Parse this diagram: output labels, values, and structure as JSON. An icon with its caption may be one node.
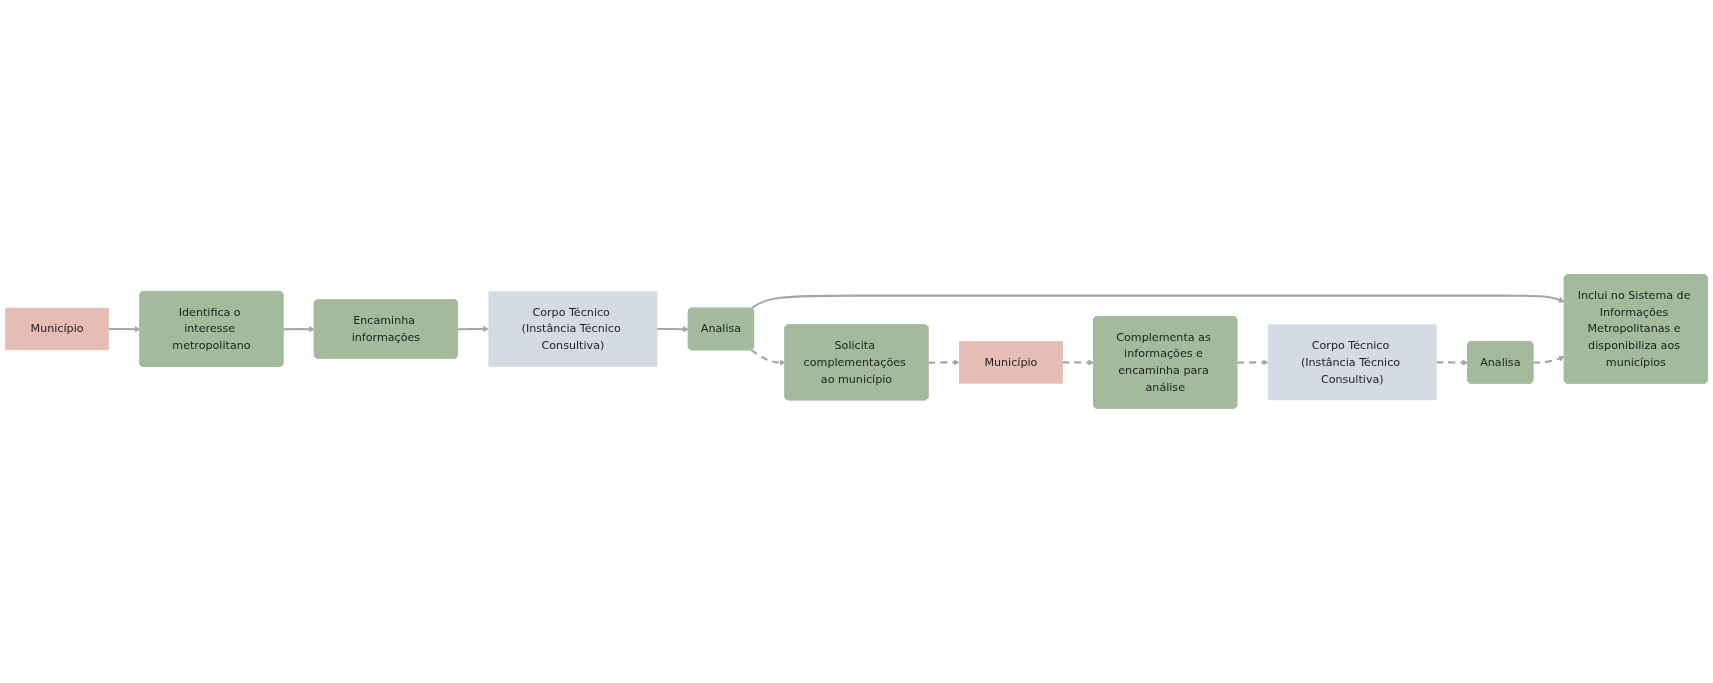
{
  "diagram": {
    "nodes": [
      {
        "text": [
          "Município"
        ]
      },
      {
        "text": [
          "Identifica o interesse metropolitano"
        ]
      },
      {
        "text": [
          "Encaminha informações"
        ]
      },
      {
        "text": [
          "Corpo Técnico (Instância Técnico Consultiva)"
        ]
      },
      {
        "text": [
          "Analisa"
        ]
      },
      {
        "text": [
          "Inclui no Sistema de Informações Metropolitanas e disponibiliza aos municípios"
        ]
      },
      {
        "text": [
          "Solicita complementações ao município"
        ]
      },
      {
        "text": [
          "Analisa"
        ]
      },
      {
        "text": [
          "Município"
        ]
      },
      {
        "text": [
          "Corpo Técnico (Instância Técnico Consultiva)"
        ]
      },
      {
        "text": [
          "Complementa as informações e encaminha para análise"
        ]
      }
    ],
    "edges": [
      {
        "from": 0,
        "to": 1,
        "arrow": "to"
      },
      {
        "from": 1,
        "to": 2,
        "arrow": "to"
      },
      {
        "from": 2,
        "to": 3,
        "arrow": "to"
      },
      {
        "from": 3,
        "to": 4,
        "arrow": "to"
      },
      {
        "from": 4,
        "to": 5,
        "arrow": "to"
      },
      {
        "from": 4,
        "to": 6,
        "arrow": "to",
        "style": "dashed"
      },
      {
        "from": 6,
        "to": 8,
        "arrow": "to",
        "style": "dashed"
      },
      {
        "from": 8,
        "to": 10,
        "arrow": "to",
        "style": "dashed"
      },
      {
        "from": 10,
        "to": 9,
        "arrow": "to",
        "style": "dashed"
      },
      {
        "from": 9,
        "to": 7,
        "arrow": "to",
        "style": "dashed"
      },
      {
        "from": 7,
        "to": 5,
        "arrow": "to",
        "style": "dashed"
      }
    ]
  }
}
